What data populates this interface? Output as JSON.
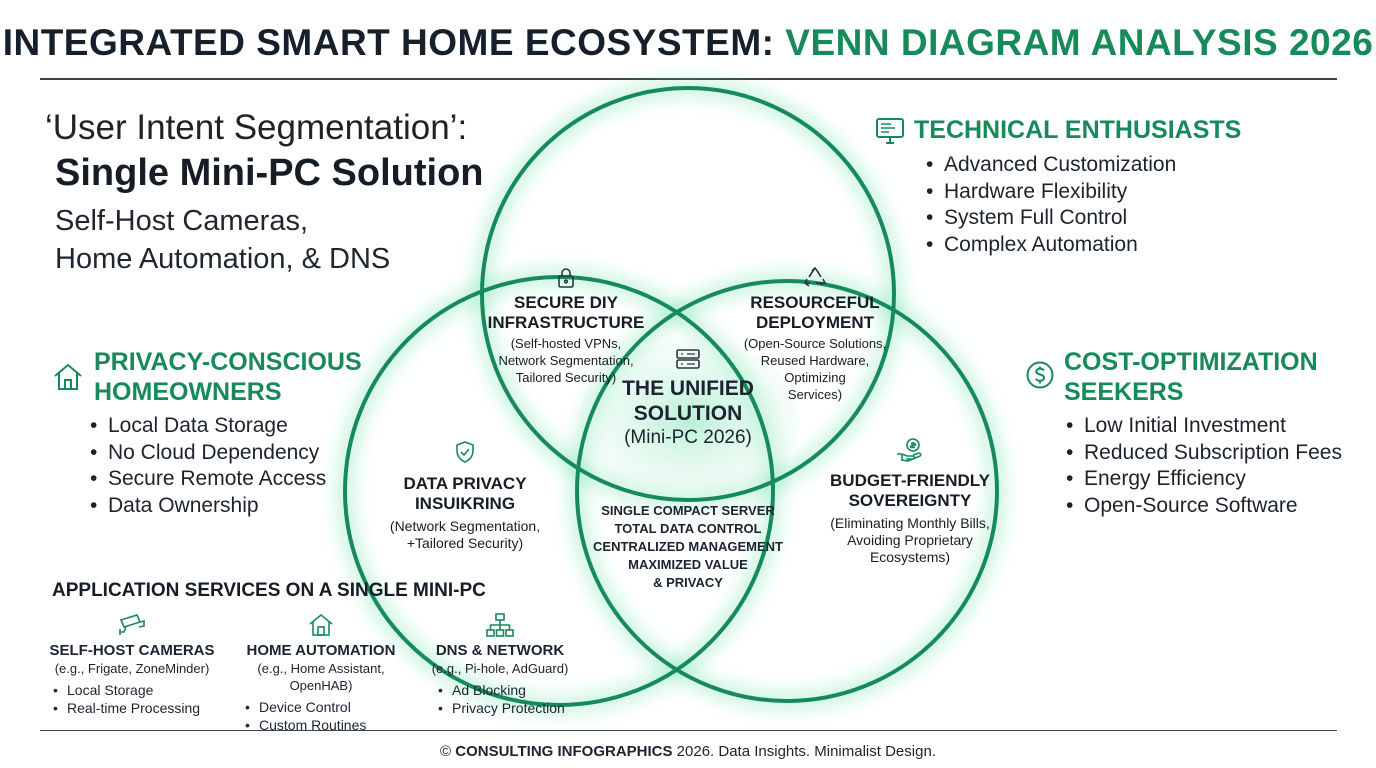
{
  "header": {
    "title_dark": "INTEGRATED SMART HOME ECOSYSTEM: ",
    "title_green": "VENN DIAGRAM ANALYSIS 2026"
  },
  "intro": {
    "line1": "‘User Intent Segmentation’:",
    "line2": "Single Mini-PC Solution",
    "line3": "Self-Host Cameras,",
    "line4": "Home Automation, & DNS"
  },
  "segments": {
    "technical": {
      "title": "TECHNICAL ENTHUSIASTS",
      "icon": "monitor-icon",
      "items": [
        "Advanced Customization",
        "Hardware Flexibility",
        "System Full Control",
        "Complex Automation"
      ]
    },
    "privacy": {
      "title_line1": "PRIVACY-CONSCIOUS",
      "title_line2": "HOMEOWNERS",
      "icon": "house-icon",
      "items": [
        "Local Data Storage",
        "No Cloud Dependency",
        "Secure Remote Access",
        "Data Ownership"
      ]
    },
    "cost": {
      "title_line1": "COST-OPTIMIZATION",
      "title_line2": "SEEKERS",
      "icon": "dollar-icon",
      "items": [
        "Low Initial Investment",
        "Reduced Subscription Fees",
        "Energy Efficiency",
        "Open-Source Software"
      ]
    }
  },
  "zones": {
    "secure_diy": {
      "title_line1": "SECURE DIY",
      "title_line2": "INFRASTRUCTURE",
      "desc_line1": "(Self-hosted VPNs,",
      "desc_line2": "Network Segmentation,",
      "desc_line3": "Tailored Security)",
      "icon": "lock-icon"
    },
    "resourceful": {
      "title_line1": "RESOURCEFUL",
      "title_line2": "DEPLOYMENT",
      "desc_line1": "(Open-Source Solutions,",
      "desc_line2": "Reused Hardware,",
      "desc_line3": "Optimizing",
      "desc_line4": "Services)",
      "icon": "recycle-icon"
    },
    "data_privacy": {
      "title_line1": "DATA PRIVACY",
      "title_line2": "INSUIKRING",
      "desc_line1": "(Network Segmentation,",
      "desc_line2": "+Tailored Security)",
      "icon": "shield-icon"
    },
    "budget": {
      "title_line1": "BUDGET-FRIENDLY",
      "title_line2": "SOVEREIGNTY",
      "desc_line1": "(Eliminating Monthly Bills,",
      "desc_line2": "Avoiding Proprietary",
      "desc_line3": "Ecosystems)",
      "icon": "money-hand-icon"
    },
    "center": {
      "title_line1": "THE UNIFIED",
      "title_line2": "SOLUTION",
      "subtitle": "(Mini-PC 2026)",
      "icon": "server-icon"
    },
    "center_list": [
      "SINGLE COMPACT SERVER",
      "TOTAL DATA CONTROL",
      "CENTRALIZED MANAGEMENT",
      "MAXIMIZED VALUE",
      "& PRIVACY"
    ]
  },
  "applications": {
    "header": "APPLICATION SERVICES ON A SINGLE MINI-PC",
    "services": [
      {
        "title": "SELF-HOST CAMERAS",
        "sub": "(e.g., Frigate, ZoneMinder)",
        "icon": "camera-icon",
        "items": [
          "Local Storage",
          "Real-time Processing"
        ]
      },
      {
        "title": "HOME AUTOMATION",
        "sub": "(e.g., Home Assistant, OpenHAB)",
        "icon": "home-icon",
        "items": [
          "Device Control",
          "Custom Routines"
        ]
      },
      {
        "title": "DNS & NETWORK",
        "sub": "(e.g., Pi-hole, AdGuard)",
        "icon": "network-icon",
        "items": [
          "Ad Blocking",
          "Privacy Protection"
        ]
      }
    ]
  },
  "footer": {
    "prefix": "© ",
    "brand": "CONSULTING INFOGRAPHICS",
    "rest": " 2026. Data Insights. Minimalist Design."
  },
  "colors": {
    "accent": "#178a5a",
    "text": "#16202c",
    "glow": "#3fd695"
  }
}
